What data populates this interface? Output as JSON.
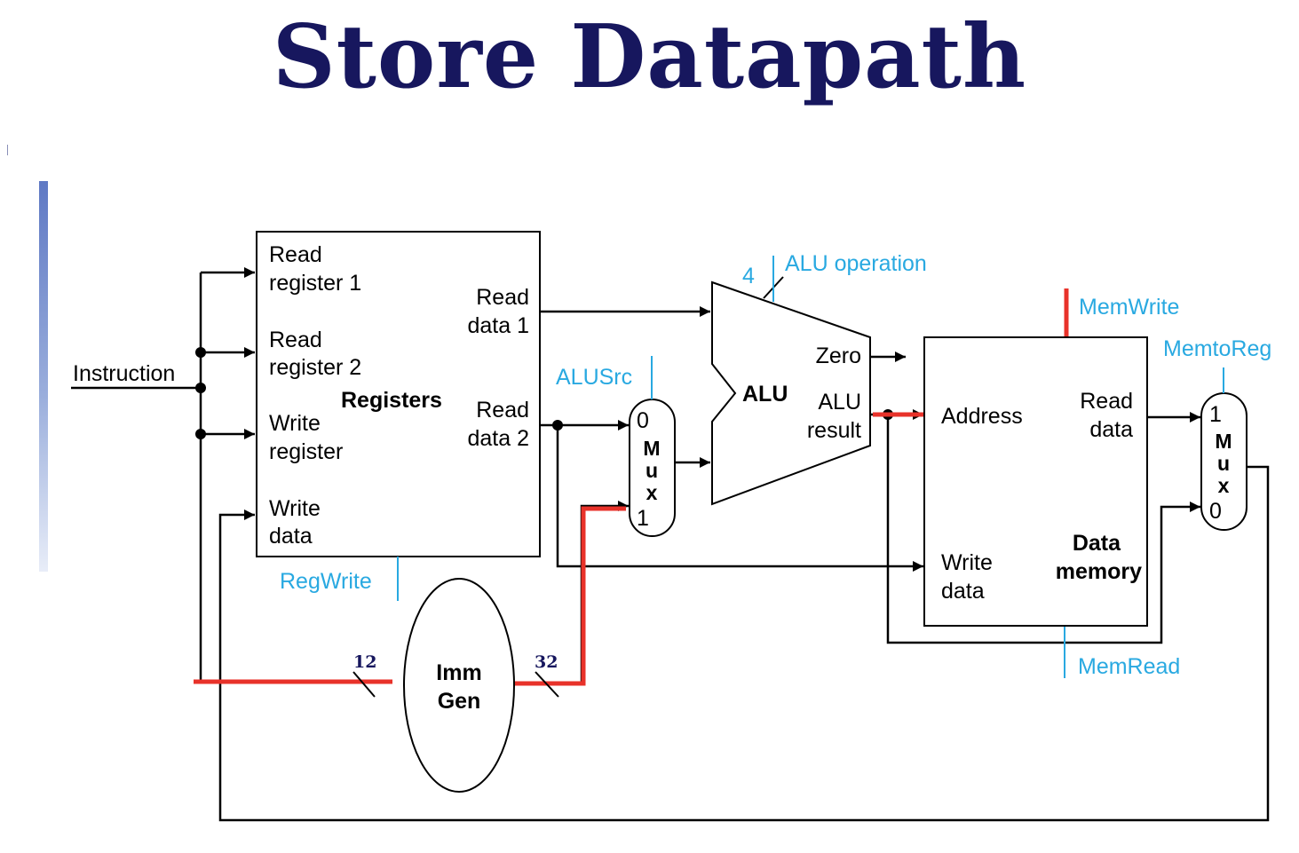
{
  "title": "Store Datapath",
  "colors": {
    "title": "#17175e",
    "wire": "#000000",
    "control": "#29a9e1",
    "highlight": "#e8322a"
  },
  "labels": {
    "instruction": "Instruction",
    "registers": {
      "read_register_1": [
        "Read",
        "register 1"
      ],
      "read_register_2": [
        "Read",
        "register 2"
      ],
      "write_register": [
        "Write",
        "register"
      ],
      "write_data": [
        "Write",
        "data"
      ],
      "read_data_1": [
        "Read",
        "data 1"
      ],
      "read_data_2": [
        "Read",
        "data 2"
      ],
      "name": "Registers"
    },
    "alu": {
      "name": "ALU",
      "zero": "Zero",
      "result": [
        "ALU",
        "result"
      ],
      "op_width": "4"
    },
    "mux_alusrc": {
      "in0": "0",
      "in1": "1",
      "letters": [
        "M",
        "u",
        "x"
      ]
    },
    "mux_memtoreg": {
      "in0": "0",
      "in1": "1",
      "letters": [
        "M",
        "u",
        "x"
      ]
    },
    "data_memory": {
      "address": "Address",
      "read_data": [
        "Read",
        "data"
      ],
      "write_data": [
        "Write",
        "data"
      ],
      "name": [
        "Data",
        "memory"
      ]
    },
    "imm_gen": [
      "Imm",
      "Gen"
    ],
    "bus_in_width": "12",
    "bus_out_width": "32"
  },
  "control_signals": {
    "alu_operation": "ALU operation",
    "memwrite": "MemWrite",
    "memtoreg": "MemtoReg",
    "alusrc": "ALUSrc",
    "regwrite": "RegWrite",
    "memread": "MemRead"
  }
}
